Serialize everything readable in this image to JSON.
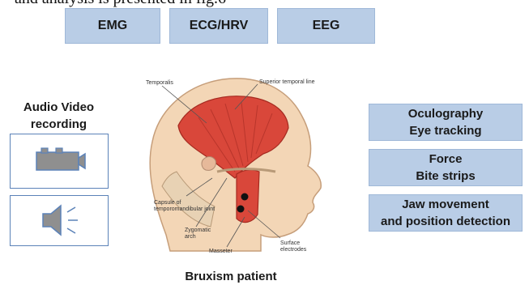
{
  "partial_text": "and analysis is presented in fig.6",
  "top_sensors": [
    {
      "label": "EMG"
    },
    {
      "label": "ECG/HRV"
    },
    {
      "label": "EEG"
    }
  ],
  "left_panel": {
    "title_line1": "Audio Video",
    "title_line2": "recording",
    "icons": [
      "video-camera-icon",
      "speaker-icon"
    ]
  },
  "right_sensors": [
    {
      "line1": "Oculography",
      "line2": "Eye tracking"
    },
    {
      "line1": "Force",
      "line2": "Bite strips"
    },
    {
      "line1": "Jaw movement",
      "line2": "and position detection"
    }
  ],
  "anatomy_labels": {
    "temporalis": "Temporalis",
    "superior_temporal_line": "Superior temporal line",
    "capsule_line1": "Capsule of",
    "capsule_line2": "temporomandibular joint",
    "zygomatic_line1": "Zygomatic",
    "zygomatic_line2": "arch",
    "masseter": "Masseter",
    "surface_line1": "Surface",
    "surface_line2": "electrodes"
  },
  "caption": "Bruxism patient",
  "colors": {
    "box_fill": "#b9cde6",
    "box_border": "#9fb8d8",
    "icon_border": "#5b82b8",
    "icon_fill": "#8f8f8f",
    "muscle": "#d9473a",
    "skin": "#f3d6b6"
  }
}
